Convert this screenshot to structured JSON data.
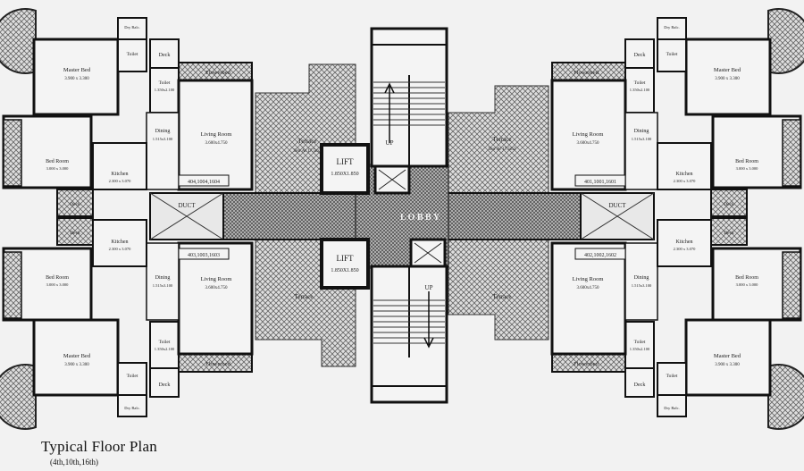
{
  "caption": {
    "title": "Typical Floor Plan",
    "subtitle": "(4th,10th,16th)"
  },
  "core": {
    "lobby": "L O B B Y",
    "lift": "LIFT",
    "lift_size": "1.850X1.850",
    "stair_up": "UP",
    "duct": "DUCT"
  },
  "flat_ids": {
    "top_left": "404,1004,1604",
    "bottom_left": "403,1003,1603",
    "top_right": "401,1001,1601",
    "bottom_right": "402,1002,1602"
  },
  "rooms": {
    "master_bed": "Master Bed",
    "master_bed_dims": "3.900 x 3.300",
    "bed_room": "Bed Room",
    "bed_room_dims": "3.000 x 3.000",
    "living_room": "Living Room",
    "living_room_dims": "3.600x4.750",
    "dining": "Dining",
    "dining_dims": "1.515x3.100",
    "kitchen": "Kitchen",
    "kitchen_dims": "2.300 x 3.070",
    "toilet": "Toilet",
    "toilet_dims": "1.350x2.100",
    "deck": "Deck",
    "dry_balcony": "Dry Balc.",
    "flowerbed": "Flowerbed",
    "terrace": "Terrace",
    "terrace_area": "Terr Ar 17.5m2"
  }
}
